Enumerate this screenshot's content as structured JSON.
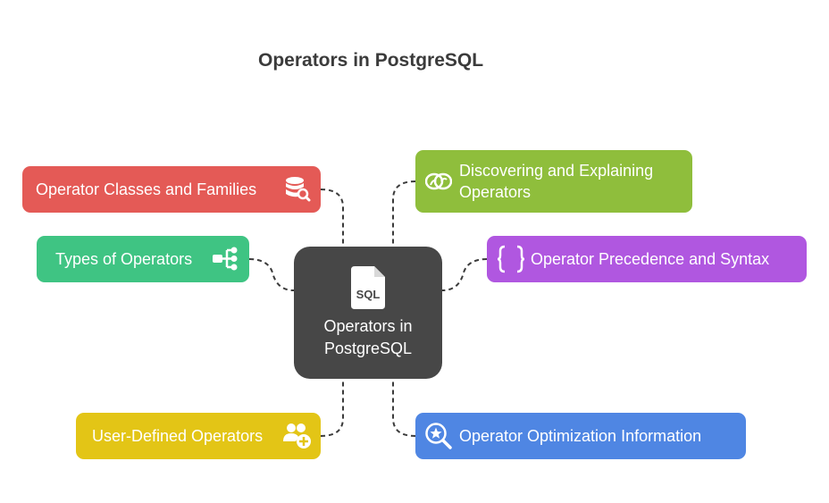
{
  "title": "Operators in PostgreSQL",
  "center": {
    "label_line1": "Operators in",
    "label_line2": "PostgreSQL",
    "icon": "sql-file-icon",
    "color": "#474747"
  },
  "nodes": [
    {
      "id": "operator-classes",
      "label": "Operator Classes and Families",
      "color": "#e45a56",
      "icon": "database-search-icon"
    },
    {
      "id": "types-of-operators",
      "label": "Types of Operators",
      "color": "#3fc483",
      "icon": "hierarchy-icon"
    },
    {
      "id": "user-defined",
      "label": "User-Defined Operators",
      "color": "#e3c516",
      "icon": "add-users-icon"
    },
    {
      "id": "discovering",
      "label_line1": "Discovering and Explaining",
      "label_line2": "Operators",
      "color": "#8fbe3c",
      "icon": "brain-icon"
    },
    {
      "id": "precedence",
      "label": "Operator Precedence and Syntax",
      "color": "#b057e0",
      "icon": "curly-braces-icon"
    },
    {
      "id": "optimization",
      "label": "Operator Optimization Information",
      "color": "#4f86e3",
      "icon": "search-star-icon"
    }
  ]
}
